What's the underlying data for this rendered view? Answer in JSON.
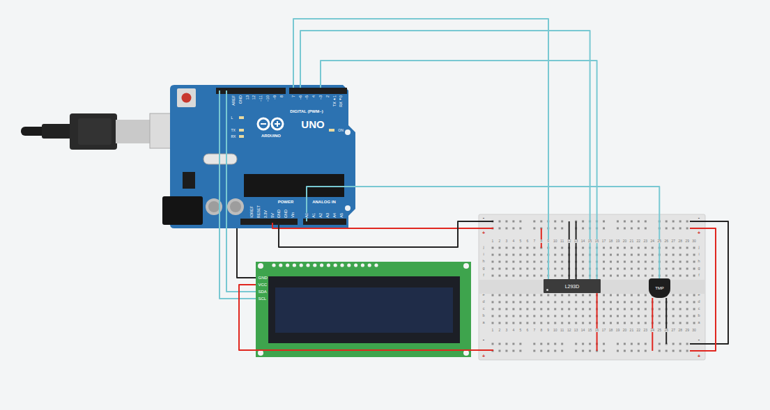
{
  "diagram": {
    "nodes": [
      {
        "text": [
          "L293D"
        ]
      },
      {
        "text": [
          "TMP"
        ]
      }
    ],
    "labels": [
      "AREF",
      "GND",
      "13",
      "12",
      "~11",
      "~10",
      "~9",
      "8",
      "7",
      "~6",
      "~5",
      "4",
      "~3",
      "2",
      "TX▸1",
      "RX◂0",
      "DIGITAL (PWM~)",
      "L",
      "TX",
      "RX",
      "UNO",
      "ARDUINO",
      "ON",
      "IOREF",
      "RESET",
      "3.3V",
      "5V",
      "GND",
      "GND",
      "Vin",
      "A0",
      "A1",
      "A2",
      "A3",
      "A4",
      "A5",
      "POWER",
      "ANALOG IN",
      "GND",
      "VCC",
      "SDA",
      "SCL",
      "1",
      "2",
      "3",
      "4",
      "5",
      "6",
      "7",
      "8",
      "9",
      "10",
      "11",
      "12",
      "13",
      "14",
      "15",
      "16",
      "17",
      "18",
      "19",
      "20",
      "21",
      "22",
      "23",
      "24",
      "25",
      "26",
      "27",
      "28",
      "29",
      "30",
      "j",
      "i",
      "h",
      "g",
      "f",
      "e",
      "d",
      "c",
      "b",
      "a",
      "j",
      "i",
      "h",
      "g",
      "f",
      "e",
      "d",
      "c",
      "b",
      "a",
      "1",
      "2",
      "3",
      "4",
      "5",
      "6",
      "7",
      "8",
      "9",
      "10",
      "11",
      "12",
      "13",
      "14",
      "15",
      "16",
      "17",
      "18",
      "19",
      "20",
      "21",
      "22",
      "23",
      "24",
      "25",
      "26",
      "27",
      "28",
      "29",
      "30",
      "-",
      "+",
      "-",
      "+",
      "-",
      "+",
      "-",
      "+"
    ]
  }
}
